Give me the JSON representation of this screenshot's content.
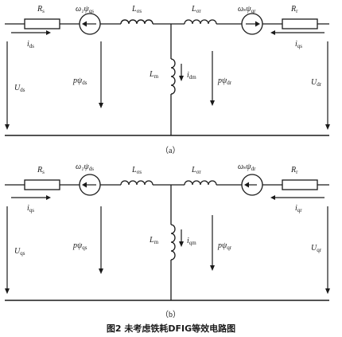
{
  "figure_title": "图2   未考虑铁耗DFIG等效电路图",
  "circuits": [
    {
      "caption": "（a）",
      "rs": {
        "main": "R",
        "sub": "s"
      },
      "src_left": {
        "main": "ω₁ψ",
        "sub": "qs"
      },
      "lls": {
        "main": "L",
        "sub": "σs"
      },
      "llr": {
        "main": "L",
        "sub": "σr"
      },
      "src_right": {
        "main": "ωₛψ",
        "sub": "qr"
      },
      "rr": {
        "main": "R",
        "sub": "r"
      },
      "i_left": {
        "main": "i",
        "sub": "ds"
      },
      "i_right": {
        "main": "i",
        "sub": "qs"
      },
      "u_left": {
        "main": "U",
        "sub": "ds"
      },
      "pp_left": {
        "main": "pψ",
        "sub": "ds"
      },
      "lm": {
        "main": "L",
        "sub": "m"
      },
      "im": {
        "main": "i",
        "sub": "dm"
      },
      "pp_right": {
        "main": "pψ",
        "sub": "dr"
      },
      "u_right": {
        "main": "U",
        "sub": "dr"
      }
    },
    {
      "caption": "（b）",
      "rs": {
        "main": "R",
        "sub": "s"
      },
      "src_left": {
        "main": "ω₁ψ",
        "sub": "ds"
      },
      "lls": {
        "main": "L",
        "sub": "σs"
      },
      "llr": {
        "main": "L",
        "sub": "σr"
      },
      "src_right": {
        "main": "ωₛψ",
        "sub": "dr"
      },
      "rr": {
        "main": "R",
        "sub": "r"
      },
      "i_left": {
        "main": "i",
        "sub": "qs"
      },
      "i_right": {
        "main": "i",
        "sub": "qr"
      },
      "u_left": {
        "main": "U",
        "sub": "qs"
      },
      "pp_left": {
        "main": "pψ",
        "sub": "qs"
      },
      "lm": {
        "main": "L",
        "sub": "m"
      },
      "im": {
        "main": "i",
        "sub": "qm"
      },
      "pp_right": {
        "main": "pψ",
        "sub": "qr"
      },
      "u_right": {
        "main": "U",
        "sub": "qr"
      }
    }
  ]
}
